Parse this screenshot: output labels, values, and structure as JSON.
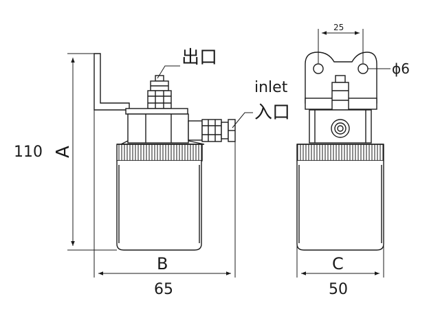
{
  "diagram": {
    "dims": {
      "height_value": "110",
      "height_letter": "A",
      "width_left_value": "65",
      "width_left_letter": "B",
      "width_right_value": "50",
      "width_right_letter": "C",
      "hole_spacing": "25",
      "hole_diameter": "ϕ6"
    },
    "callouts": {
      "outlet": "出口",
      "inlet_en": "inlet",
      "inlet_jp": "入口"
    },
    "colors": {
      "line": "#1a1a1a",
      "body_fill": "#ffffff",
      "bowl_fill": "#ffffff"
    }
  }
}
